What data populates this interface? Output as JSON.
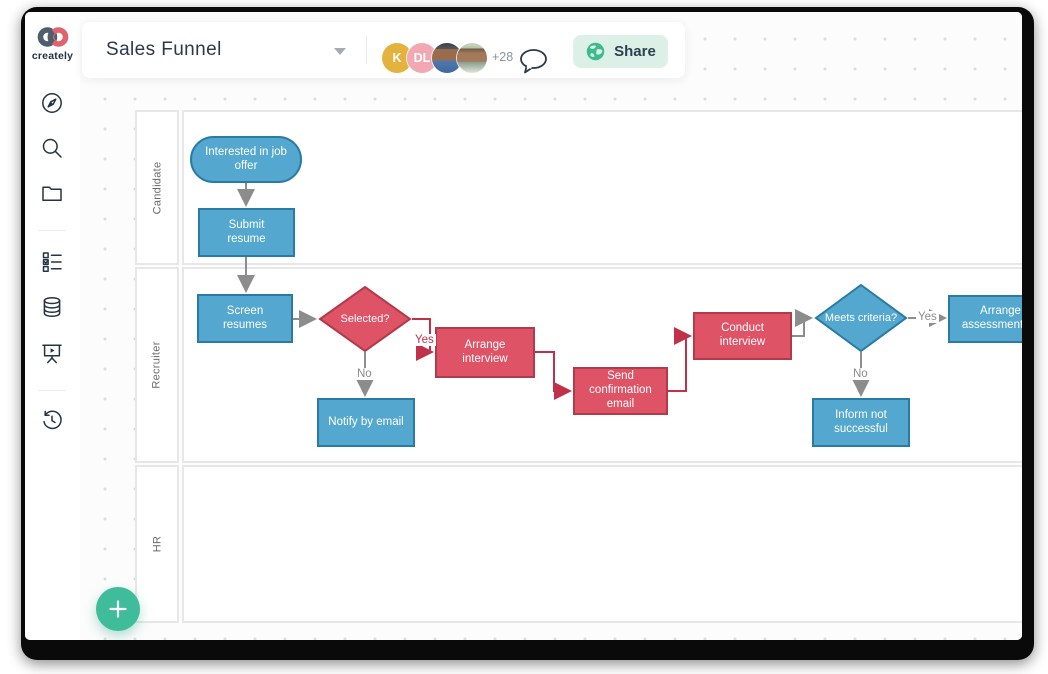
{
  "brand": {
    "name": "creately"
  },
  "topbar": {
    "title": "Sales Funnel",
    "overflow_count": "+28",
    "share_label": "Share",
    "avatars": [
      {
        "initials": "K",
        "color": "#e3b33e"
      },
      {
        "initials": "DL",
        "color": "#f2a8b2"
      },
      {
        "initials": "",
        "color": "photo"
      },
      {
        "initials": "",
        "color": "photo"
      }
    ]
  },
  "sidebar": {
    "items": [
      "navigator",
      "search",
      "folders",
      "task-list",
      "data",
      "present",
      "history"
    ]
  },
  "diagram": {
    "lanes": [
      "Candidate",
      "Recruiter",
      "HR"
    ],
    "nodes": {
      "interested": {
        "text": "Interested in job offer",
        "shape": "stadium",
        "color": "blue"
      },
      "submit": {
        "text": "Submit resume",
        "shape": "rect",
        "color": "blue"
      },
      "screen": {
        "text": "Screen resumes",
        "shape": "rect",
        "color": "blue"
      },
      "selected": {
        "text": "Selected?",
        "shape": "diamond",
        "color": "red"
      },
      "notify": {
        "text": "Notify by email",
        "shape": "rect",
        "color": "blue"
      },
      "arrange_interview": {
        "text": "Arrange interview",
        "shape": "rect",
        "color": "red"
      },
      "send_confirmation": {
        "text": "Send confirmation email",
        "shape": "rect",
        "color": "red"
      },
      "conduct_interview": {
        "text": "Conduct interview",
        "shape": "rect",
        "color": "red"
      },
      "meets_criteria": {
        "text": "Meets criteria?",
        "shape": "diamond",
        "color": "blue"
      },
      "arrange_assessment": {
        "text": "Arrange assessment da",
        "shape": "rect",
        "color": "blue"
      },
      "inform": {
        "text": "Inform not successful",
        "shape": "rect",
        "color": "blue"
      }
    },
    "labels": {
      "yes1": "Yes",
      "no1": "No",
      "yes2": "Yes",
      "no2": "No"
    }
  },
  "colors": {
    "shape_blue": "#54a7ce",
    "shape_blue_border": "#2a7ba3",
    "shape_red": "#de5365",
    "shape_red_border": "#b13a4b",
    "connector_gray": "#8c8c8c",
    "connector_red": "#c0314a",
    "accent_green": "#3fbd9a",
    "share_bg": "#dcf0e7",
    "brand_gray": "#4d5e6d",
    "brand_coral": "#e2636d"
  }
}
